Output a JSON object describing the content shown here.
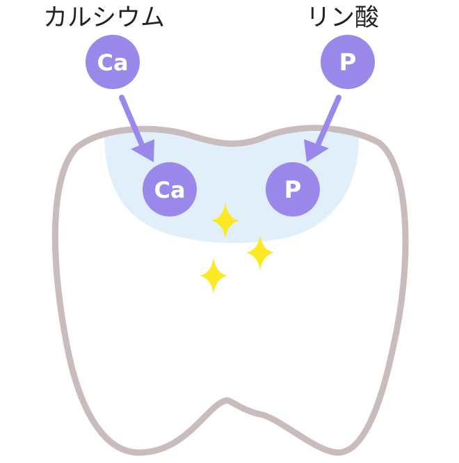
{
  "labels": {
    "calcium": "カルシウム",
    "phosphate": "リン酸"
  },
  "ions": {
    "calcium_symbol": "Ca",
    "phosphate_symbol": "P"
  },
  "colors": {
    "ion_fill": "#9a88ea",
    "arrow": "#9a88ea",
    "tooth_outline": "#c8bcbc",
    "enamel_zone": "#e1effa",
    "sparkle": "#fbe923",
    "background": "#ffffff"
  },
  "icons": {
    "sparkle": "four-point-star-icon",
    "arrow": "arrow-down-icon"
  }
}
